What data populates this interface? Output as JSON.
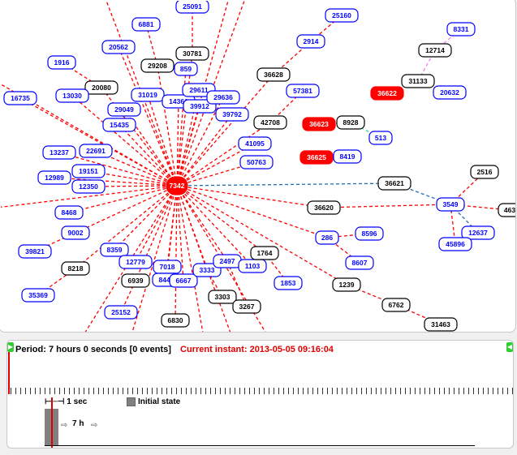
{
  "graph": {
    "hub": "7342",
    "colors": {
      "blue_node": "#0000ff",
      "black_node": "#000000",
      "red_node": "#ff0000",
      "edge_red": "#ff0000",
      "edge_blue": "#1f6fb0",
      "edge_violet": "#ee82ee",
      "edge_teal": "#33ddaa",
      "edge_yellow": "#ffcc00"
    },
    "nodes": [
      {
        "id": "7342",
        "type": "red"
      },
      {
        "id": "25091",
        "type": "blue"
      },
      {
        "id": "6881",
        "type": "blue"
      },
      {
        "id": "20562",
        "type": "blue"
      },
      {
        "id": "1916",
        "type": "blue"
      },
      {
        "id": "29208",
        "type": "black"
      },
      {
        "id": "859",
        "type": "blue"
      },
      {
        "id": "30781",
        "type": "black"
      },
      {
        "id": "20080",
        "type": "black"
      },
      {
        "id": "16735",
        "type": "blue"
      },
      {
        "id": "13030",
        "type": "blue"
      },
      {
        "id": "29049",
        "type": "blue"
      },
      {
        "id": "31019",
        "type": "blue"
      },
      {
        "id": "14361",
        "type": "blue"
      },
      {
        "id": "29611",
        "type": "blue"
      },
      {
        "id": "39912",
        "type": "blue"
      },
      {
        "id": "29636",
        "type": "blue"
      },
      {
        "id": "39792",
        "type": "blue"
      },
      {
        "id": "15435",
        "type": "blue"
      },
      {
        "id": "13237",
        "type": "blue"
      },
      {
        "id": "22691",
        "type": "blue"
      },
      {
        "id": "41095",
        "type": "blue"
      },
      {
        "id": "50763",
        "type": "blue"
      },
      {
        "id": "12989",
        "type": "blue"
      },
      {
        "id": "12350",
        "type": "blue"
      },
      {
        "id": "19151",
        "type": "blue"
      },
      {
        "id": "8468",
        "type": "blue"
      },
      {
        "id": "9002",
        "type": "blue"
      },
      {
        "id": "39821",
        "type": "blue"
      },
      {
        "id": "8359",
        "type": "blue"
      },
      {
        "id": "12779",
        "type": "blue"
      },
      {
        "id": "8218",
        "type": "black"
      },
      {
        "id": "7018",
        "type": "blue"
      },
      {
        "id": "6939",
        "type": "black"
      },
      {
        "id": "8447",
        "type": "blue"
      },
      {
        "id": "6667",
        "type": "blue"
      },
      {
        "id": "3333",
        "type": "blue"
      },
      {
        "id": "2497",
        "type": "blue"
      },
      {
        "id": "1103",
        "type": "blue"
      },
      {
        "id": "1764",
        "type": "black"
      },
      {
        "id": "35369",
        "type": "blue"
      },
      {
        "id": "3303",
        "type": "black"
      },
      {
        "id": "3267",
        "type": "black"
      },
      {
        "id": "1853",
        "type": "blue"
      },
      {
        "id": "25152",
        "type": "blue"
      },
      {
        "id": "6830",
        "type": "black"
      },
      {
        "id": "25160",
        "type": "blue"
      },
      {
        "id": "2914",
        "type": "blue"
      },
      {
        "id": "36628",
        "type": "black"
      },
      {
        "id": "57381",
        "type": "blue"
      },
      {
        "id": "42708",
        "type": "black"
      },
      {
        "id": "36623",
        "type": "red"
      },
      {
        "id": "8928",
        "type": "black"
      },
      {
        "id": "513",
        "type": "blue"
      },
      {
        "id": "36625",
        "type": "red"
      },
      {
        "id": "8419",
        "type": "blue"
      },
      {
        "id": "8331",
        "type": "blue"
      },
      {
        "id": "12714",
        "type": "black"
      },
      {
        "id": "31133",
        "type": "black"
      },
      {
        "id": "36622",
        "type": "red"
      },
      {
        "id": "20632",
        "type": "blue"
      },
      {
        "id": "2516",
        "type": "black"
      },
      {
        "id": "36621",
        "type": "black"
      },
      {
        "id": "36620",
        "type": "black"
      },
      {
        "id": "3549",
        "type": "blue"
      },
      {
        "id": "463",
        "type": "black"
      },
      {
        "id": "12637",
        "type": "blue"
      },
      {
        "id": "45896",
        "type": "blue"
      },
      {
        "id": "286",
        "type": "blue"
      },
      {
        "id": "8596",
        "type": "blue"
      },
      {
        "id": "8607",
        "type": "blue"
      },
      {
        "id": "1239",
        "type": "black"
      },
      {
        "id": "6762",
        "type": "black"
      },
      {
        "id": "31463",
        "type": "black"
      }
    ],
    "edges": [
      [
        "7342",
        "29208",
        "red"
      ],
      [
        "29208",
        "6881",
        "red"
      ],
      [
        "7342",
        "30781",
        "red"
      ],
      [
        "30781",
        "25091",
        "red"
      ],
      [
        "7342",
        "20080",
        "red"
      ],
      [
        "20080",
        "1916",
        "red"
      ],
      [
        "7342",
        "20562",
        "red"
      ],
      [
        "7342",
        "859",
        "red"
      ],
      [
        "7342",
        "16735",
        "red"
      ],
      [
        "7342",
        "13030",
        "red"
      ],
      [
        "7342",
        "29049",
        "red"
      ],
      [
        "7342",
        "31019",
        "red"
      ],
      [
        "7342",
        "14361",
        "red"
      ],
      [
        "7342",
        "29611",
        "red"
      ],
      [
        "7342",
        "39912",
        "red"
      ],
      [
        "7342",
        "29636",
        "red"
      ],
      [
        "7342",
        "39792",
        "red"
      ],
      [
        "7342",
        "15435",
        "red"
      ],
      [
        "7342",
        "13237",
        "red"
      ],
      [
        "7342",
        "22691",
        "red"
      ],
      [
        "7342",
        "41095",
        "red"
      ],
      [
        "7342",
        "50763",
        "red"
      ],
      [
        "7342",
        "12989",
        "red"
      ],
      [
        "7342",
        "12350",
        "red"
      ],
      [
        "7342",
        "19151",
        "red"
      ],
      [
        "7342",
        "8468",
        "red"
      ],
      [
        "7342",
        "9002",
        "red"
      ],
      [
        "9002",
        "39821",
        "red"
      ],
      [
        "7342",
        "8218",
        "red"
      ],
      [
        "8218",
        "35369",
        "red"
      ],
      [
        "7342",
        "8359",
        "red"
      ],
      [
        "7342",
        "12779",
        "red"
      ],
      [
        "7342",
        "7018",
        "red"
      ],
      [
        "7342",
        "6939",
        "red"
      ],
      [
        "6939",
        "25152",
        "red"
      ],
      [
        "7342",
        "8447",
        "red"
      ],
      [
        "7342",
        "6667",
        "red"
      ],
      [
        "7342",
        "6830",
        "red"
      ],
      [
        "7342",
        "3333",
        "red"
      ],
      [
        "3333",
        "3303",
        "red"
      ],
      [
        "7342",
        "2497",
        "red"
      ],
      [
        "2497",
        "3267",
        "red"
      ],
      [
        "7342",
        "1103",
        "red"
      ],
      [
        "7342",
        "1764",
        "red"
      ],
      [
        "1764",
        "1853",
        "red"
      ],
      [
        "7342",
        "286",
        "red"
      ],
      [
        "286",
        "8596",
        "red"
      ],
      [
        "286",
        "8607",
        "red"
      ],
      [
        "7342",
        "1239",
        "red"
      ],
      [
        "1239",
        "6762",
        "red"
      ],
      [
        "6762",
        "31463",
        "red"
      ],
      [
        "7342",
        "36620",
        "red"
      ],
      [
        "36620",
        "3549",
        "red"
      ],
      [
        "3549",
        "463",
        "red"
      ],
      [
        "3549",
        "2516",
        "red"
      ],
      [
        "3549",
        "45896",
        "red"
      ],
      [
        "7342",
        "36628",
        "red"
      ],
      [
        "36628",
        "2914",
        "red"
      ],
      [
        "2914",
        "25160",
        "red"
      ],
      [
        "7342",
        "42708",
        "red"
      ],
      [
        "42708",
        "57381",
        "red"
      ],
      [
        "7342",
        "36621",
        "blue"
      ],
      [
        "36621",
        "3549",
        "blue"
      ],
      [
        "3549",
        "12637",
        "blue"
      ],
      [
        "36623",
        "8928",
        "teal"
      ],
      [
        "8928",
        "513",
        "teal"
      ],
      [
        "36625",
        "8419",
        "yellow"
      ],
      [
        "36622",
        "31133",
        "violet"
      ],
      [
        "31133",
        "12714",
        "violet"
      ],
      [
        "12714",
        "8331",
        "violet"
      ],
      [
        "31133",
        "20632",
        "violet"
      ]
    ]
  },
  "timeline": {
    "period_label": "Period: 7 hours 0 seconds [0 events]",
    "current_instant": "Current instant: 2013-05-05 09:16:04",
    "scale_label": "1 sec",
    "legend_label": "Initial state",
    "duration_label": "7 h"
  }
}
